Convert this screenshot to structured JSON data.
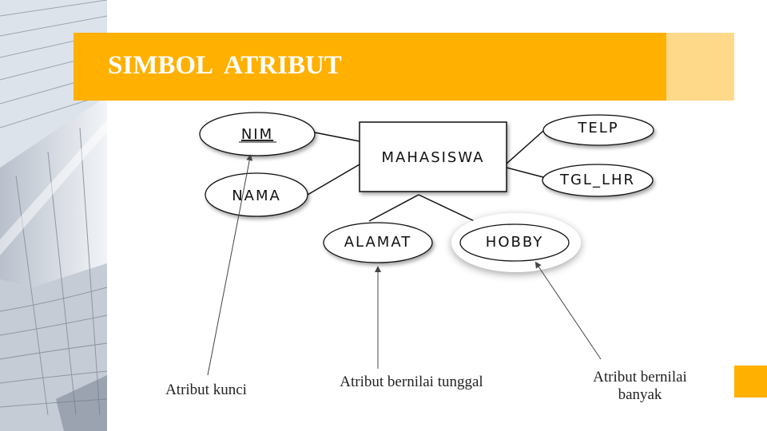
{
  "title": "SIMBOL  ATRIBUT",
  "colors": {
    "accent": "#ffb000",
    "accent_light": "#ffd98a"
  },
  "diagram": {
    "entity": "MAHASISWA",
    "attributes": {
      "nim": "NIM",
      "nama": "NAMA",
      "telp": "TELP",
      "tgl_lhr": "TGL_LHR",
      "alamat": "ALAMAT",
      "hobby": "HOBBY"
    }
  },
  "notes": {
    "key": "Atribut kunci",
    "single": "Atribut bernilai tunggal",
    "multi_line1": "Atribut bernilai",
    "multi_line2": "banyak"
  }
}
